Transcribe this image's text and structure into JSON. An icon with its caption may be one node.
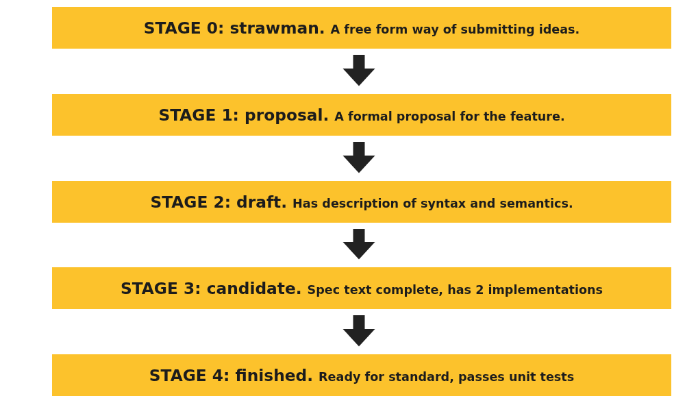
{
  "diagram": {
    "nodes": [
      {
        "text": [
          "STAGE 0: strawman.",
          "A free form way of submitting ideas."
        ]
      },
      {
        "text": [
          "STAGE 1: proposal.",
          "A formal proposal for the feature."
        ]
      },
      {
        "text": [
          "STAGE 2: draft.",
          "Has description of syntax and semantics."
        ]
      },
      {
        "text": [
          "STAGE 3: candidate.",
          "Spec text complete, has 2 implementations"
        ]
      },
      {
        "text": [
          "STAGE 4: finished.",
          "Ready for standard, passes unit tests"
        ]
      }
    ],
    "edges": [
      {
        "from": 0,
        "to": 1,
        "arrow": "to"
      },
      {
        "from": 1,
        "to": 2,
        "arrow": "to"
      },
      {
        "from": 2,
        "to": 3,
        "arrow": "to"
      },
      {
        "from": 3,
        "to": 4,
        "arrow": "to"
      }
    ]
  }
}
